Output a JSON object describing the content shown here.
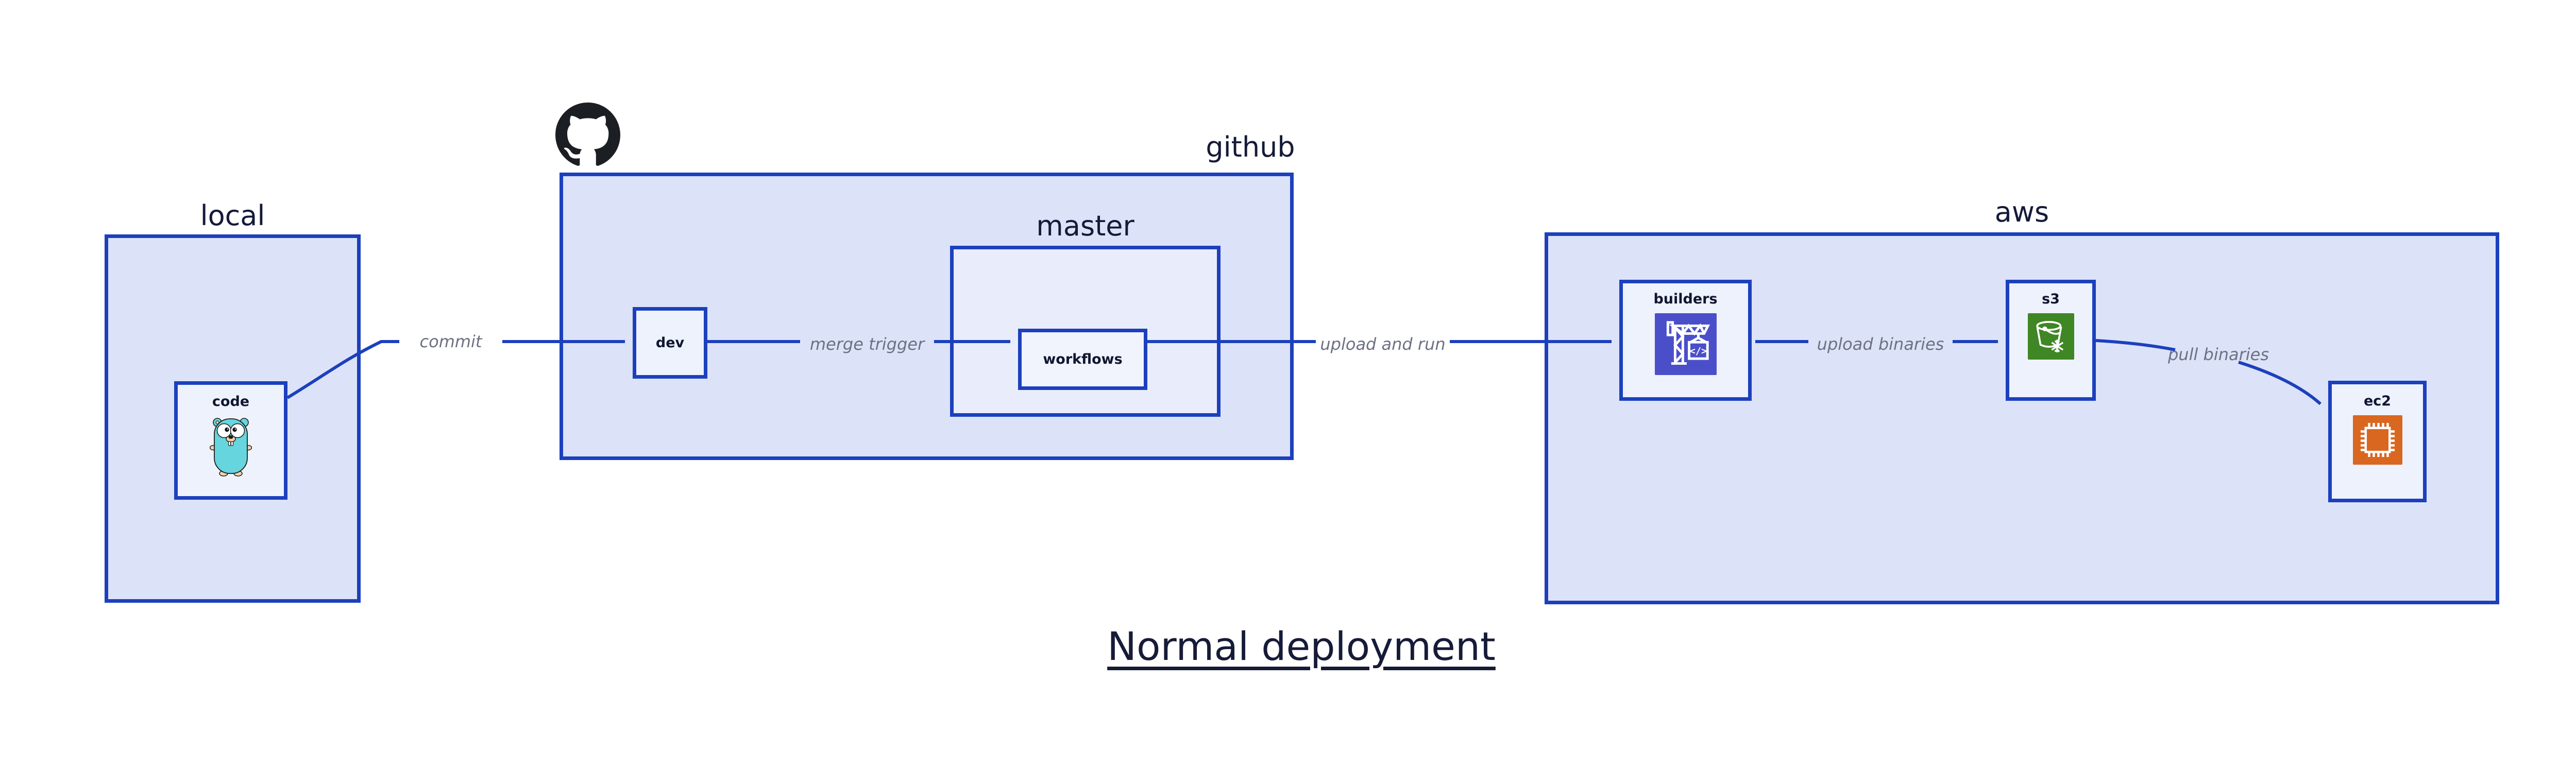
{
  "title": "Normal deployment",
  "groups": {
    "local": {
      "label": "local"
    },
    "github": {
      "label": "github",
      "logo_icon": "github-octocat-logo"
    },
    "master": {
      "label": "master"
    },
    "aws": {
      "label": "aws"
    }
  },
  "nodes": {
    "code": {
      "label": "code",
      "icon": "go-gopher-icon"
    },
    "dev": {
      "label": "dev"
    },
    "workflows": {
      "label": "workflows"
    },
    "builders": {
      "label": "builders",
      "icon": "codebuild-crane-icon"
    },
    "s3": {
      "label": "s3",
      "icon": "s3-bucket-snowflake-icon"
    },
    "ec2": {
      "label": "ec2",
      "icon": "ec2-chip-icon"
    }
  },
  "edges": {
    "commit": {
      "label": "commit",
      "from": "code",
      "to": "dev"
    },
    "merge_trigger": {
      "label": "merge trigger",
      "from": "dev",
      "to": "workflows"
    },
    "upload_and_run": {
      "label": "upload and run",
      "from": "workflows",
      "to": "builders"
    },
    "upload_binaries": {
      "label": "upload binaries",
      "from": "builders",
      "to": "s3"
    },
    "pull_binaries": {
      "label": "pull binaries",
      "from": "s3",
      "to": "ec2"
    }
  },
  "colors": {
    "page_background": "#ffffff",
    "box_border_and_arrows": "#1c40bd",
    "group_fill": "#dce3f8",
    "master_fill": "#e9edfb",
    "node_fill": "#eef2fd",
    "label_navy": "#141a38",
    "edge_label_gray": "#6c7283",
    "github_logo_black": "#1b1f23",
    "codebuild_indigo": "#4a4fc9",
    "s3_green": "#3f8624",
    "ec2_orange": "#d9671f",
    "gopher_teal": "#67d5dd"
  }
}
